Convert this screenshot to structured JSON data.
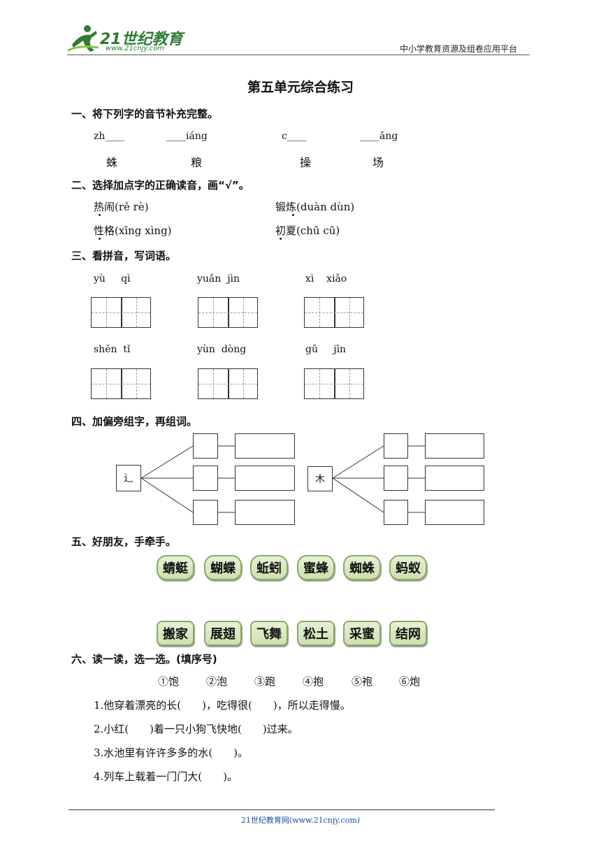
{
  "header": {
    "logo_text": "21世纪教育",
    "logo_url": "www.21cnjy.com",
    "right_text": "中小学教育资源及组卷应用平台"
  },
  "title": "第五单元综合练习",
  "s1": {
    "heading": "一、将下列字的音节补充完整。",
    "items": [
      {
        "pinyin": "zh____",
        "char": "蛛"
      },
      {
        "pinyin": "____iáng",
        "char": "粮"
      },
      {
        "pinyin": "c____",
        "char": "操"
      },
      {
        "pinyin": "____ǎng",
        "char": "场"
      }
    ]
  },
  "s2": {
    "heading": "二、选择加点字的正确读音，画“√”。",
    "items": [
      {
        "word": "热闹",
        "options": "(rě  rè)"
      },
      {
        "word": "锻炼",
        "options": "(duàn  dùn)"
      },
      {
        "word": "性格",
        "options": "(xīng  xìng)"
      },
      {
        "word": "初夏",
        "options": "(chū  cū)"
      }
    ]
  },
  "s3": {
    "heading": "三、看拼音，写词语。",
    "items": [
      {
        "pinyin": "yù     qì"
      },
      {
        "pinyin": "yuǎn  jìn"
      },
      {
        "pinyin": "xì    xiǎo"
      },
      {
        "pinyin": "shēn  tǐ"
      },
      {
        "pinyin": "yùn  dòng"
      },
      {
        "pinyin": "gǔ     jīn"
      }
    ]
  },
  "s4": {
    "heading": "四、加偏旁组字，再组词。",
    "left_root": "辶",
    "right_root": "木"
  },
  "s5": {
    "heading": "五、好朋友，手牵手。",
    "top": [
      "蜻蜓",
      "蝴蝶",
      "蚯蚓",
      "蜜蜂",
      "蜘蛛",
      "蚂蚁"
    ],
    "bottom": [
      "搬家",
      "展翅",
      "飞舞",
      "松土",
      "采蜜",
      "结网"
    ]
  },
  "s6": {
    "heading": "六、读一读，选一选。(填序号)",
    "options": [
      "①饱",
      "②泡",
      "③跑",
      "④抱",
      "⑤袍",
      "⑥炮"
    ],
    "sentences": [
      "1.他穿着漂亮的长(　　)，吃得很(　　)，所以走得慢。",
      "2.小红(　　)着一只小狗飞快地(　　)过来。",
      "3.水池里有许许多多的水(　　)。",
      "4.列车上载着一门门大(　　)。"
    ]
  },
  "footer": "21世纪教育网(www.21cnjy.com)"
}
